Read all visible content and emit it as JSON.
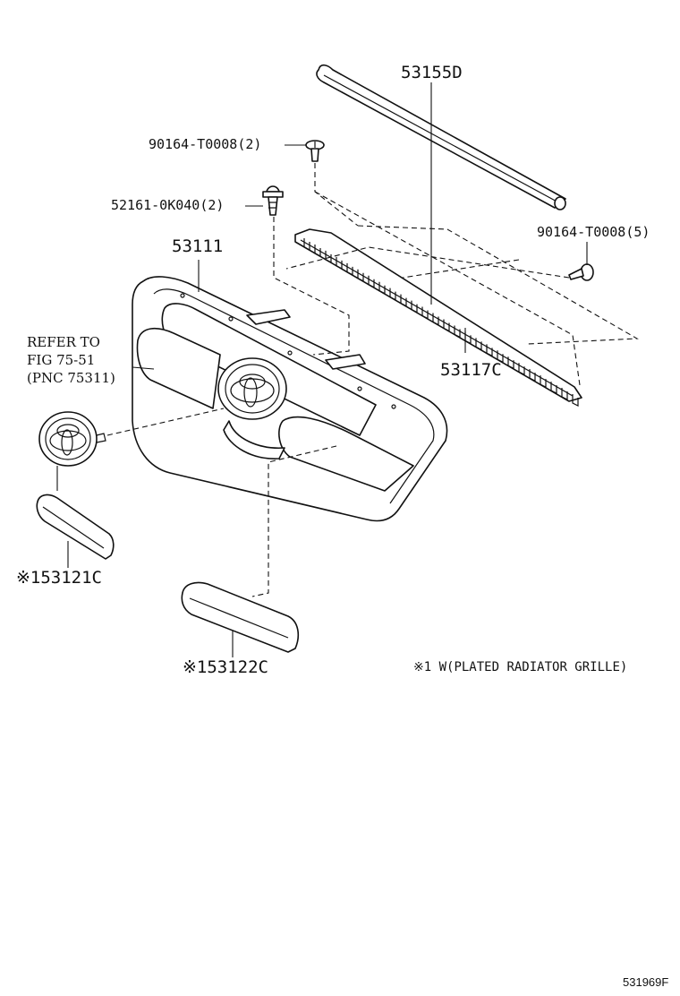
{
  "labels": {
    "part_53155d": "53155D",
    "part_90164_top": "90164-T0008(2)",
    "part_52161": "52161-0K040(2)",
    "part_90164_right": "90164-T0008(5)",
    "part_53111": "53111",
    "part_53117c": "53117C",
    "refer_line1": "REFER TO",
    "refer_line2": "FIG 75-51",
    "refer_line3": "(PNC 75311)",
    "part_53121c": "※153121C",
    "part_53122c": "※153122C",
    "note_plated": "※1 W(PLATED RADIATOR GRILLE)",
    "drawing_number": "531969F"
  },
  "colors": {
    "ink": "#111111",
    "paper": "#ffffff"
  }
}
